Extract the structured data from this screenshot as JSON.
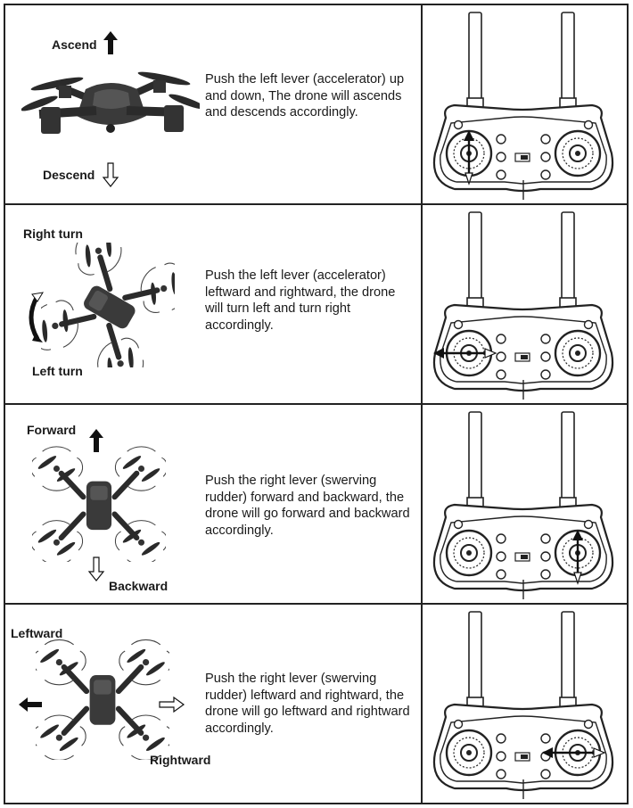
{
  "rows": [
    {
      "label_top": "Ascend",
      "label_bottom": "Descend",
      "text": "Push the left lever (accelerator) up and down, The drone will ascends and descends accordingly.",
      "arrow_icons": [
        "up-arrow-icon",
        "down-arrow-icon"
      ],
      "controller_indicator": "left-stick-vertical"
    },
    {
      "label_top": "Right turn",
      "label_bottom": "Left turn",
      "text": "Push the left lever (accelerator) leftward and rightward, the drone will turn left and turn right accordingly.",
      "arrow_icons": [
        "rotate-arrow-icon"
      ],
      "controller_indicator": "left-stick-horizontal"
    },
    {
      "label_top": "Forward",
      "label_bottom": "Backward",
      "text": "Push the right lever (swerving rudder) forward and backward, the drone will go forward and backward accordingly.",
      "arrow_icons": [
        "up-arrow-icon",
        "down-arrow-icon"
      ],
      "controller_indicator": "right-stick-vertical"
    },
    {
      "label_top": "Leftward",
      "label_bottom": "Rightward",
      "text": "Push the right lever (swerving rudder) leftward and rightward, the drone will go leftward and rightward accordingly.",
      "arrow_icons": [
        "left-arrow-icon",
        "right-arrow-icon"
      ],
      "controller_indicator": "right-stick-horizontal"
    }
  ]
}
